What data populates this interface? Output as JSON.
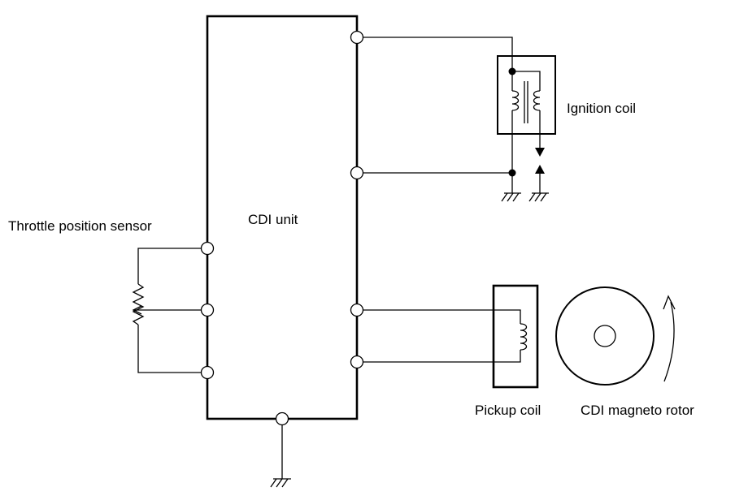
{
  "diagram": {
    "labels": {
      "cdi_unit": "CDI unit",
      "ignition_coil": "Ignition coil",
      "throttle_sensor": "Throttle position sensor",
      "pickup_coil": "Pickup coil",
      "magneto_rotor": "CDI magneto rotor"
    }
  },
  "colors": {
    "line": "#000000",
    "background": "#ffffff"
  }
}
